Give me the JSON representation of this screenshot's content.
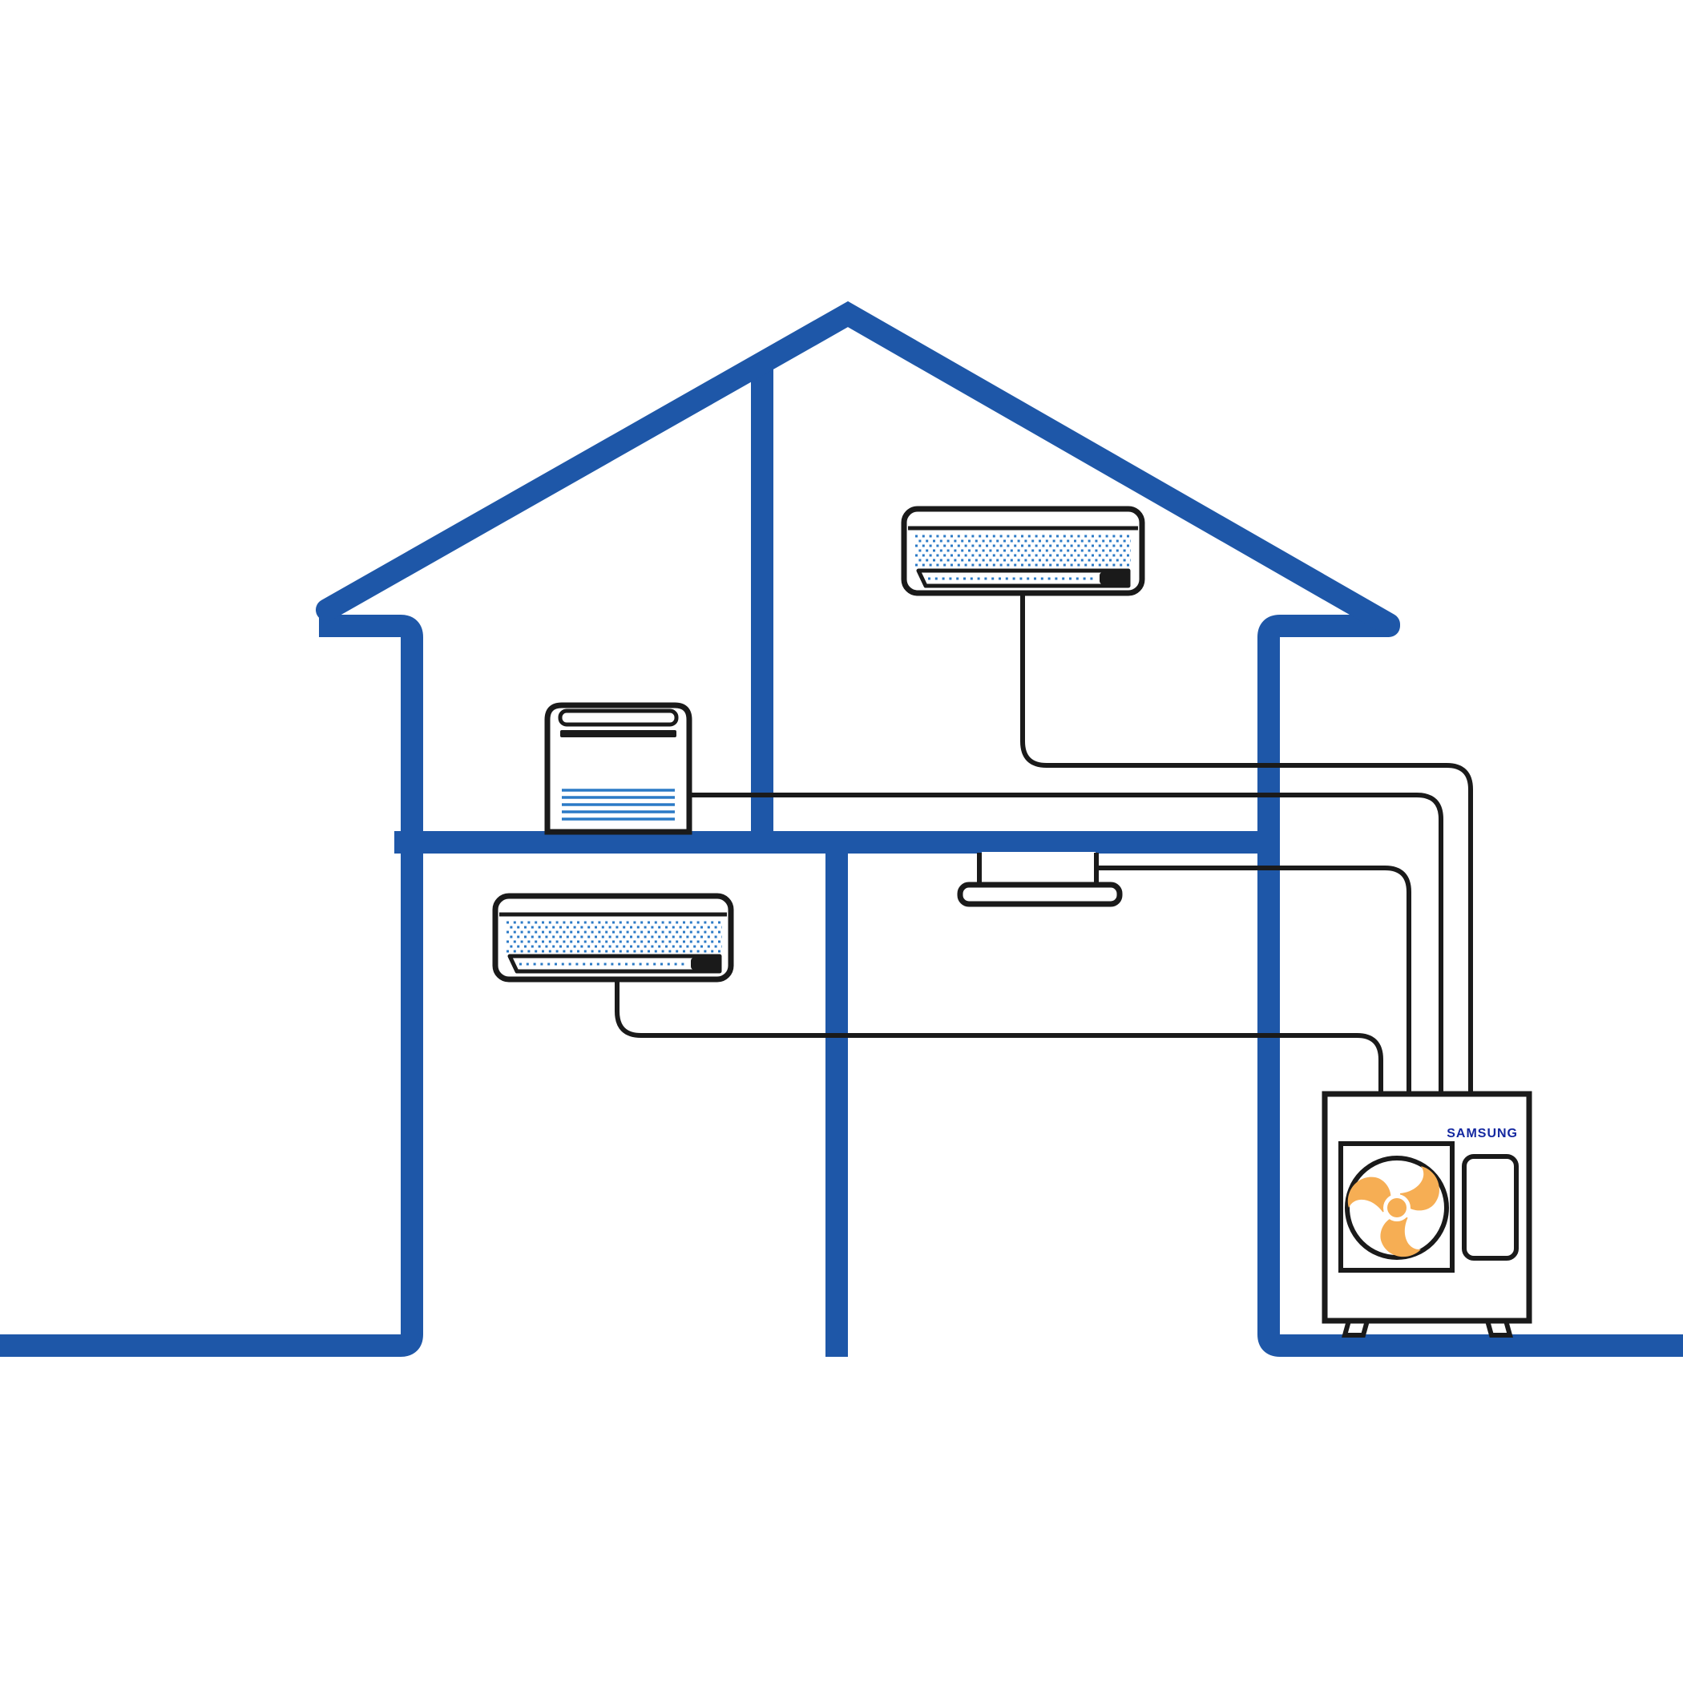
{
  "colors": {
    "house_blue": "#1e57a8",
    "detail_blue": "#2b7ac6",
    "fan_orange": "#f6ae54",
    "brand_blue": "#1428a0",
    "line_black": "#1a1a1a"
  },
  "outdoor_unit": {
    "brand_label": "SAMSUNG",
    "type": "outdoor-condenser-unit",
    "location": "outside-right-of-house",
    "features": [
      "fan-grille",
      "orange-fan",
      "side-panel",
      "two-feet"
    ],
    "incoming_pipes": 4
  },
  "indoor_units": [
    {
      "type": "wall-mounted-unit",
      "location": "attic"
    },
    {
      "type": "floor-console-unit",
      "location": "upper-floor-on-slab"
    },
    {
      "type": "wall-mounted-unit",
      "location": "ground-floor"
    },
    {
      "type": "ceiling-cassette-unit",
      "location": "under-upper-slab"
    }
  ],
  "connections": {
    "count": 4,
    "style": "thin-black-refrigerant-lines",
    "destination": "outdoor-condenser-unit"
  },
  "house": {
    "outline_color_name": "blue",
    "parts": [
      "roof",
      "left-wall",
      "right-wall",
      "middle-floor-slab",
      "attic-partition-wall",
      "ground-floor-partition-wall",
      "ground-line-left",
      "ground-line-right"
    ]
  }
}
